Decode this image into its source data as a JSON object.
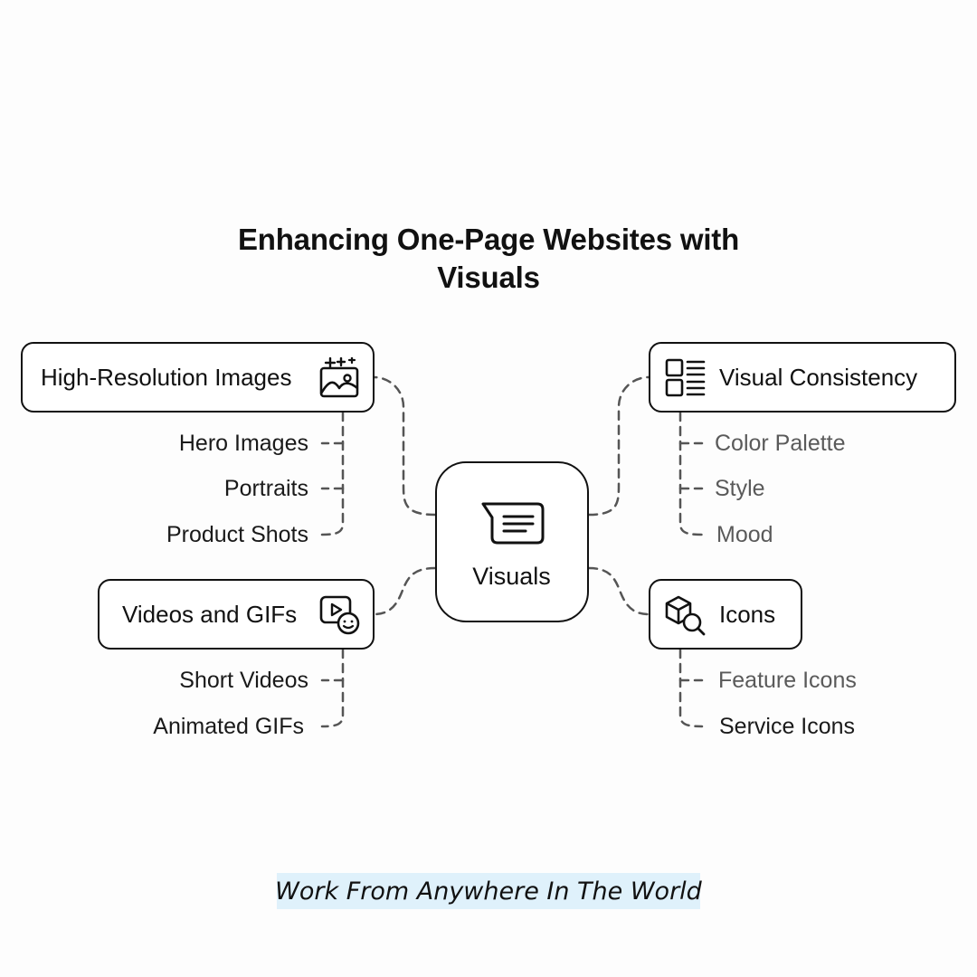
{
  "title": {
    "line1": "Enhancing One-Page Websites with",
    "line2": "Visuals"
  },
  "center": {
    "label": "Visuals",
    "icon": "chat-message-icon"
  },
  "branches": {
    "high_resolution_images": {
      "label": "High-Resolution Images",
      "icon": "sparkle-image-icon",
      "items": [
        "Hero Images",
        "Portraits",
        "Product Shots"
      ]
    },
    "videos_and_gifs": {
      "label": "Videos and GIFs",
      "icon": "video-sticker-icon",
      "items": [
        "Short Videos",
        "Animated GIFs"
      ]
    },
    "visual_consistency": {
      "label": "Visual Consistency",
      "icon": "layout-list-icon",
      "items": [
        "Color Palette",
        "Style",
        "Mood"
      ]
    },
    "icons": {
      "label": "Icons",
      "icon": "cube-search-icon",
      "items": [
        "Feature Icons",
        "Service Icons"
      ]
    }
  },
  "footer": {
    "text": "Work From Anywhere In The World",
    "highlight_color": "#dff1fb"
  },
  "colors": {
    "stroke": "#111111",
    "connector": "#555555",
    "muted_text": "#5a5a5a"
  }
}
